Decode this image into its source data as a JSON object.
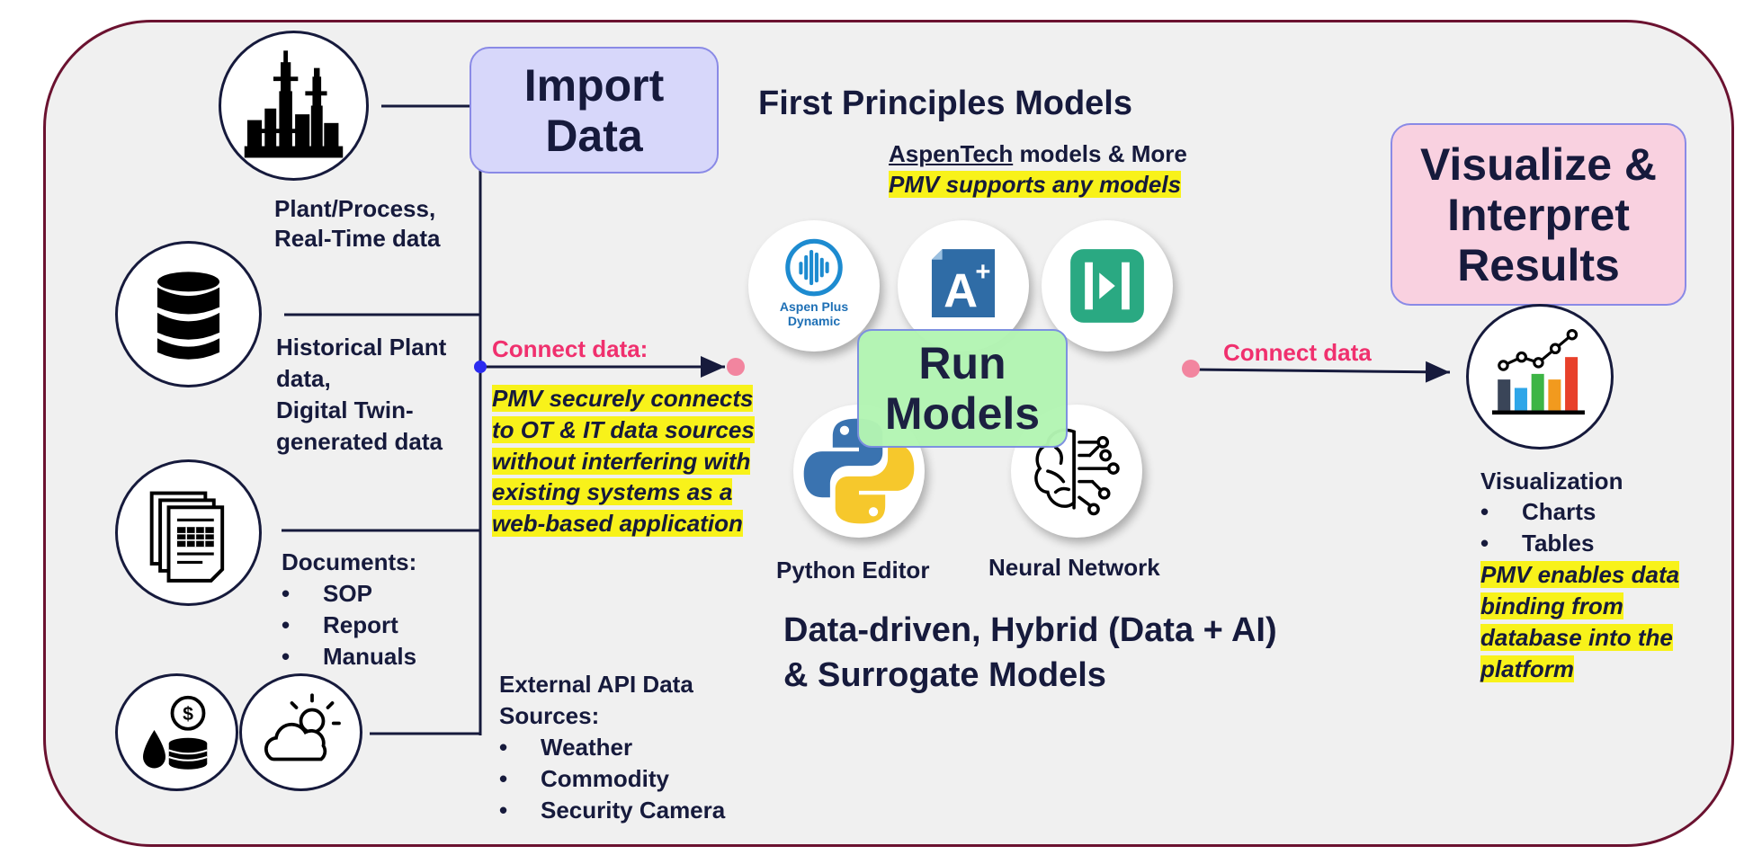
{
  "import_data": {
    "title": "Import Data"
  },
  "run_models": {
    "title": "Run Models"
  },
  "visualize": {
    "title": "Visualize & Interpret Results"
  },
  "first_principles": {
    "title": "First Principles Models",
    "brand": "AspenTech",
    "brand_suffix": " models & More",
    "note": "PMV supports any models"
  },
  "data_driven_title_line1": "Data-driven, Hybrid (Data + AI)",
  "data_driven_title_line2": "& Surrogate Models",
  "sources": {
    "plant": {
      "line1": "Plant/Process,",
      "line2": "Real-Time data"
    },
    "historical": {
      "line1": "Historical Plant",
      "line2": "data,",
      "line3": "Digital Twin-",
      "line4": "generated data"
    },
    "documents": {
      "title": "Documents:",
      "items": [
        "SOP",
        "Report",
        "Manuals"
      ]
    },
    "external": {
      "line1": "External API Data",
      "line2": "Sources:",
      "items": [
        "Weather",
        "Commodity",
        "Security Camera"
      ]
    }
  },
  "connect_left": {
    "label": "Connect data:",
    "note_lines": [
      "PMV securely connects",
      "to OT & IT data sources",
      "without interfering with",
      "existing systems as a",
      "web-based application"
    ]
  },
  "connect_right": {
    "label": "Connect data"
  },
  "model_icons": {
    "aspen_plus_dynamic": {
      "line1": "Aspen Plus",
      "line2": "Dynamic"
    },
    "python_editor": "Python Editor",
    "neural_network": "Neural Network"
  },
  "visualization": {
    "title": "Visualization",
    "items": [
      "Charts",
      "Tables"
    ],
    "note_lines": [
      "PMV enables data",
      "binding from",
      "database into the",
      "platform"
    ]
  },
  "colors": {
    "frame_border": "#6b1230",
    "frame_bg": "#f0f0f0",
    "text_dark": "#161a3c",
    "import_fill": "#d7d7fa",
    "import_border": "#8a8ae6",
    "run_fill": "#b3f5b3",
    "run_border": "#7a8ee0",
    "visualize_fill": "#f9d1e0",
    "visualize_border": "#8a8ae6",
    "highlight": "#f8f21a",
    "connect_pink": "#f0306e"
  }
}
